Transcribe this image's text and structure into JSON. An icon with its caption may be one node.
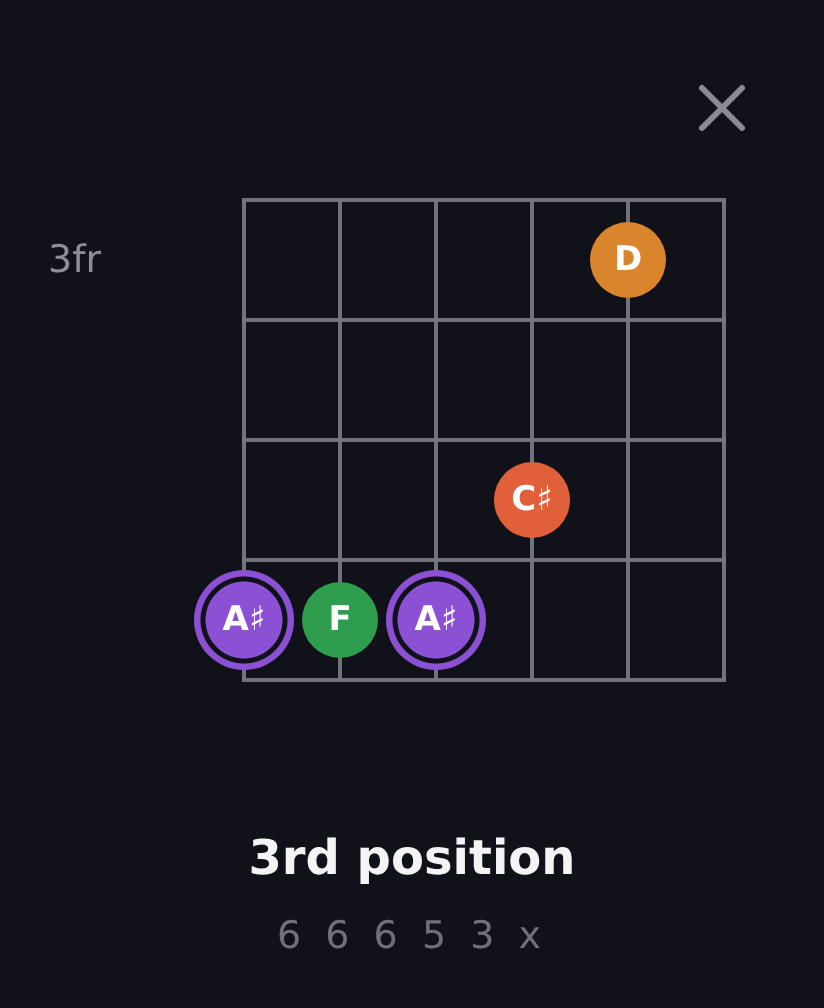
{
  "diagram": {
    "title": "3rd position",
    "nodes": [
      {
        "text": [
          "D"
        ]
      },
      {
        "text": [
          "C♯"
        ]
      },
      {
        "text": [
          "A♯"
        ]
      },
      {
        "text": [
          "F"
        ]
      },
      {
        "text": [
          "A♯"
        ]
      }
    ],
    "labels": [
      "3fr",
      "6 6 6 5 3 x"
    ]
  }
}
